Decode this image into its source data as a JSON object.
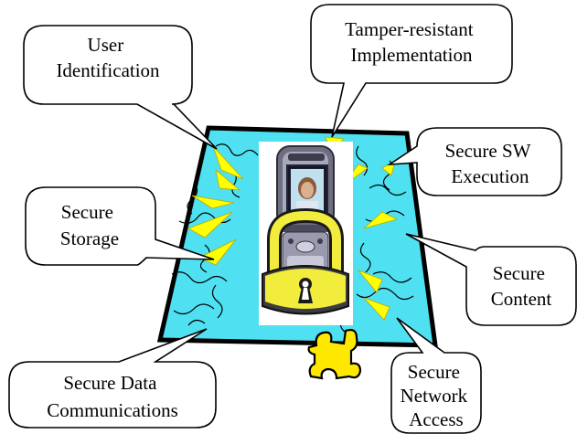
{
  "colors": {
    "board_fill": "#4fe1f1",
    "board_stroke": "#000000",
    "spark_fill": "#ffff00",
    "piece_fill": "#ffe800",
    "callout_fill": "#ffffff",
    "phone_dark": "#6e6e80",
    "lock_fill": "#f2ec3c"
  },
  "icons": {
    "center": "phone-with-padlock-icon",
    "loose_piece": "puzzle-piece-icon"
  },
  "callouts": {
    "user_identification": {
      "lines": [
        "User",
        "Identification"
      ]
    },
    "tamper_resistant": {
      "lines": [
        "Tamper-resistant",
        "Implementation"
      ]
    },
    "secure_sw": {
      "lines": [
        "Secure SW",
        "Execution"
      ]
    },
    "secure_storage": {
      "lines": [
        "Secure",
        "Storage"
      ]
    },
    "secure_content": {
      "lines": [
        "Secure",
        "Content"
      ]
    },
    "secure_data": {
      "lines": [
        "Secure Data",
        "Communications"
      ]
    },
    "secure_network": {
      "lines": [
        "Secure",
        "Network",
        "Access"
      ]
    }
  }
}
